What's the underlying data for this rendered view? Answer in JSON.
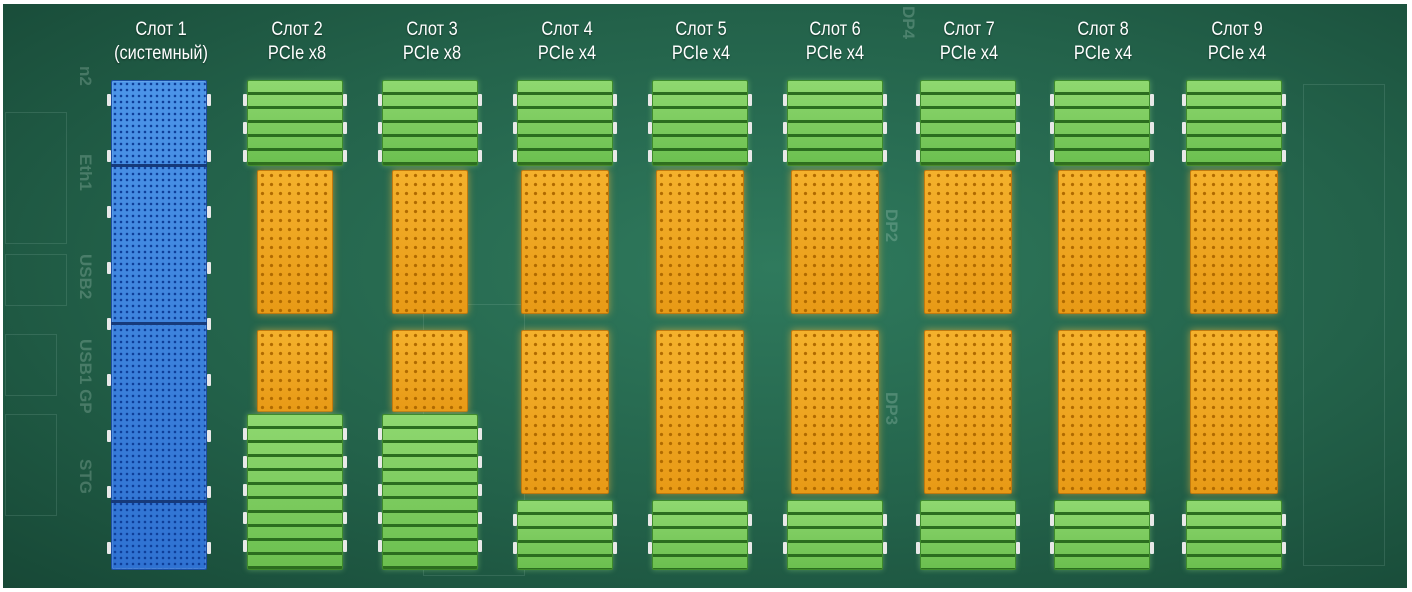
{
  "slots": [
    {
      "line1": "Слот 1",
      "line2": "(системный)",
      "type": "system"
    },
    {
      "line1": "Слот 2",
      "line2": "PCIe x8",
      "type": "x8"
    },
    {
      "line1": "Слот 3",
      "line2": "PCIe x8",
      "type": "x8"
    },
    {
      "line1": "Слот 4",
      "line2": "PCIe x4",
      "type": "x4"
    },
    {
      "line1": "Слот 5",
      "line2": "PCIe x4",
      "type": "x4"
    },
    {
      "line1": "Слот 6",
      "line2": "PCIe x4",
      "type": "x4"
    },
    {
      "line1": "Слот 7",
      "line2": "PCIe x4",
      "type": "x4"
    },
    {
      "line1": "Слот 8",
      "line2": "PCIe x4",
      "type": "x4"
    },
    {
      "line1": "Слот 9",
      "line2": "PCIe x4",
      "type": "x4"
    }
  ],
  "silkscreen": [
    "n2",
    "Eth1",
    "USB2",
    "USB1 GP",
    "STG",
    "DP4",
    "DP2",
    "DP3"
  ],
  "colors": {
    "board": "#23624a",
    "system_connector": "#3a7fdc",
    "pcie_connector": "#7cc95f",
    "highlight": "#f0a623",
    "label_text": "#ffffff"
  }
}
